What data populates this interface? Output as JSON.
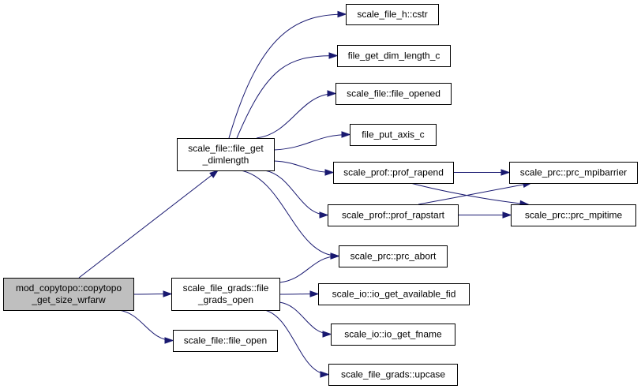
{
  "graph": {
    "nodes": [
      {
        "id": "root",
        "lines": [
          "mod_copytopo::copytopo",
          "_get_size_wrfarw"
        ],
        "root": true
      },
      {
        "id": "fgd",
        "lines": [
          "scale_file::file_get",
          "_dimlength"
        ]
      },
      {
        "id": "fgo",
        "lines": [
          "scale_file_grads::file",
          "_grads_open"
        ]
      },
      {
        "id": "fo",
        "lines": [
          "scale_file::file_open"
        ]
      },
      {
        "id": "cstr",
        "lines": [
          "scale_file_h::cstr"
        ]
      },
      {
        "id": "gdl",
        "lines": [
          "file_get_dim_length_c"
        ]
      },
      {
        "id": "fop",
        "lines": [
          "scale_file::file_opened"
        ]
      },
      {
        "id": "fpa",
        "lines": [
          "file_put_axis_c"
        ]
      },
      {
        "id": "rapend",
        "lines": [
          "scale_prof::prof_rapend"
        ]
      },
      {
        "id": "rapstart",
        "lines": [
          "scale_prof::prof_rapstart"
        ]
      },
      {
        "id": "abort",
        "lines": [
          "scale_prc::prc_abort"
        ]
      },
      {
        "id": "fid",
        "lines": [
          "scale_io::io_get_available_fid"
        ]
      },
      {
        "id": "fname",
        "lines": [
          "scale_io::io_get_fname"
        ]
      },
      {
        "id": "upcase",
        "lines": [
          "scale_file_grads::upcase"
        ]
      },
      {
        "id": "mpibarrier",
        "lines": [
          "scale_prc::prc_mpibarrier"
        ]
      },
      {
        "id": "mpitime",
        "lines": [
          "scale_prc::prc_mpitime"
        ]
      }
    ],
    "edges": [
      [
        "root",
        "fgd"
      ],
      [
        "root",
        "fgo"
      ],
      [
        "root",
        "fo"
      ],
      [
        "fgd",
        "cstr"
      ],
      [
        "fgd",
        "gdl"
      ],
      [
        "fgd",
        "fop"
      ],
      [
        "fgd",
        "fpa"
      ],
      [
        "fgd",
        "rapend"
      ],
      [
        "fgd",
        "rapstart"
      ],
      [
        "fgd",
        "abort"
      ],
      [
        "fgo",
        "abort"
      ],
      [
        "fgo",
        "fid"
      ],
      [
        "fgo",
        "fname"
      ],
      [
        "fgo",
        "upcase"
      ],
      [
        "rapend",
        "mpibarrier"
      ],
      [
        "rapend",
        "mpitime"
      ],
      [
        "rapstart",
        "mpibarrier"
      ],
      [
        "rapstart",
        "mpitime"
      ]
    ]
  }
}
